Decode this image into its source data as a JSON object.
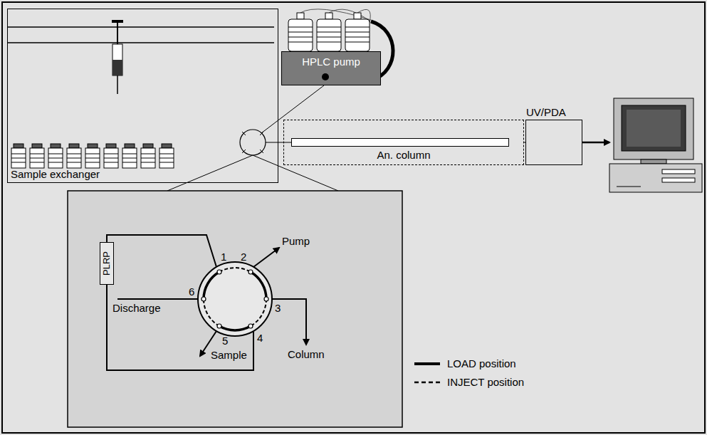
{
  "diagram": {
    "nodes": [
      {
        "text": [
          "Sample exchanger"
        ]
      },
      {
        "text": [
          "HPLC pump"
        ]
      },
      {
        "text": [
          "An. column"
        ]
      },
      {
        "text": [
          "UV/PDA"
        ]
      },
      {
        "text": [
          "PLRP"
        ]
      }
    ],
    "edges": [
      {
        "from": 2,
        "to": 3,
        "arrow": "none"
      }
    ],
    "labels": [
      "1",
      "2",
      "3",
      "4",
      "5",
      "6",
      "Pump",
      "Column",
      "Sample",
      "Discharge"
    ],
    "legend": [
      {
        "text": "LOAD position"
      },
      {
        "text": "INJECT position"
      }
    ]
  }
}
